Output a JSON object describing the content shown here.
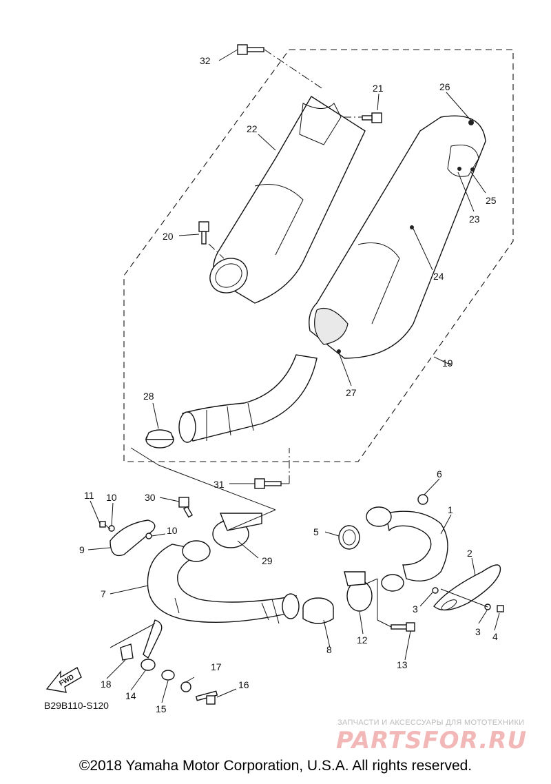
{
  "callouts": {
    "c1": "1",
    "c2": "2",
    "c3a": "3",
    "c3b": "3",
    "c4": "4",
    "c5": "5",
    "c6": "6",
    "c7": "7",
    "c8": "8",
    "c9": "9",
    "c10a": "10",
    "c10b": "10",
    "c11": "11",
    "c12": "12",
    "c13": "13",
    "c14": "14",
    "c15": "15",
    "c16": "16",
    "c17": "17",
    "c18": "18",
    "c19": "19",
    "c20": "20",
    "c21": "21",
    "c22": "22",
    "c23": "23",
    "c24": "24",
    "c25": "25",
    "c26": "26",
    "c27": "27",
    "c28": "28",
    "c29": "29",
    "c30": "30",
    "c31": "31",
    "c32": "32"
  },
  "fwd_label": "FWD",
  "diagram_code": "B29B110-S120",
  "watermark": {
    "tagline": "ЗАПЧАСТИ И АКСЕССУАРЫ ДЛЯ МОТОТЕХНИКИ",
    "logo": "PARTSFOR.RU"
  },
  "copyright": "©2018 Yamaha Motor Corporation, U.S.A. All rights reserved."
}
